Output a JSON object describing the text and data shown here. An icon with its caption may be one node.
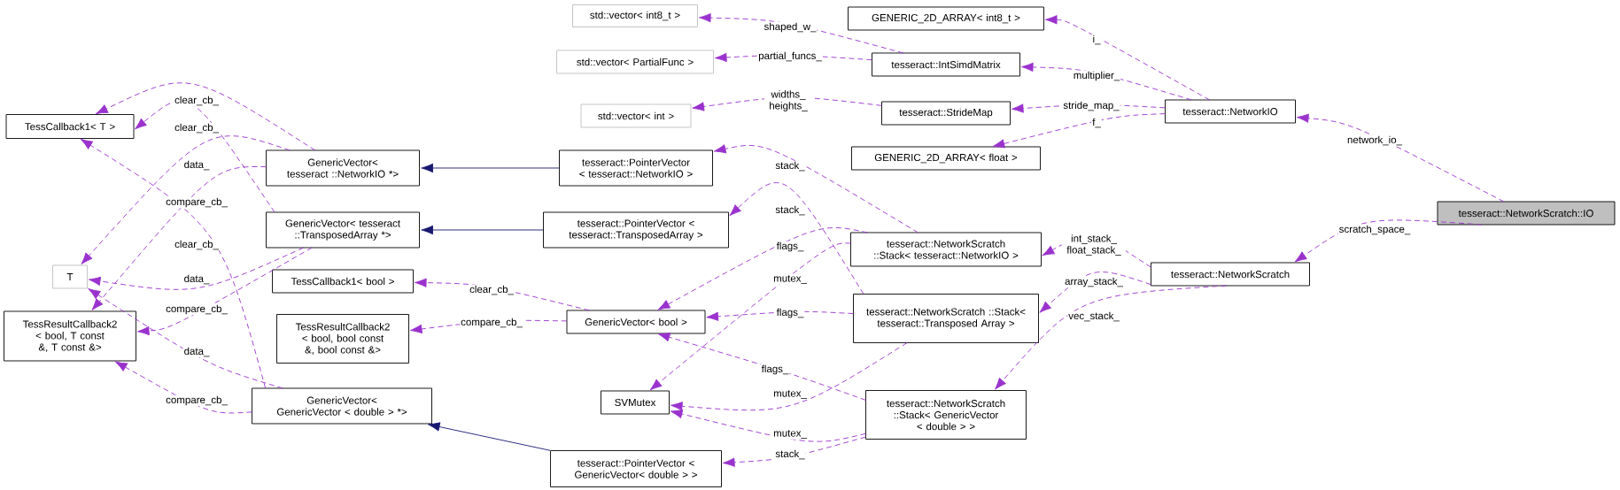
{
  "diagram": {
    "nodes": [
      {
        "text": [
          "TessCallback1< T >"
        ]
      },
      {
        "text": [
          "T"
        ]
      },
      {
        "text": [
          "TessResultCallback2 < bool, T const &, T const &>"
        ]
      },
      {
        "text": [
          "GenericVector< tesseract ::NetworkIO *>"
        ]
      },
      {
        "text": [
          "GenericVector< tesseract ::TransposedArray *>"
        ]
      },
      {
        "text": [
          "TessCallback1< bool >"
        ]
      },
      {
        "text": [
          "TessResultCallback2 < bool, bool const &, bool const &>"
        ]
      },
      {
        "text": [
          "GenericVector< GenericVector < double > *>"
        ]
      },
      {
        "text": [
          "std::vector< int8_t >"
        ]
      },
      {
        "text": [
          "std::vector< PartialFunc >"
        ]
      },
      {
        "text": [
          "std::vector< int >"
        ]
      },
      {
        "text": [
          "tesseract::PointerVector < tesseract::NetworkIO >"
        ]
      },
      {
        "text": [
          "tesseract::PointerVector < tesseract::TransposedArray >"
        ]
      },
      {
        "text": [
          "GenericVector< bool >"
        ]
      },
      {
        "text": [
          "SVMutex"
        ]
      },
      {
        "text": [
          "tesseract::PointerVector < GenericVector< double > >"
        ]
      },
      {
        "text": [
          "GENERIC_2D_ARRAY< int8_t >"
        ]
      },
      {
        "text": [
          "tesseract::IntSimdMatrix"
        ]
      },
      {
        "text": [
          "tesseract::StrideMap"
        ]
      },
      {
        "text": [
          "GENERIC_2D_ARRAY< float >"
        ]
      },
      {
        "text": [
          "tesseract::NetworkScratch ::Stack< tesseract::NetworkIO >"
        ]
      },
      {
        "text": [
          "tesseract::NetworkScratch ::Stack< tesseract::Transposed Array >"
        ]
      },
      {
        "text": [
          "tesseract::NetworkScratch ::Stack< GenericVector < double > >"
        ]
      },
      {
        "text": [
          "tesseract::NetworkIO"
        ]
      },
      {
        "text": [
          "tesseract::NetworkScratch"
        ]
      },
      {
        "text": [
          "tesseract::NetworkScratch::IO"
        ]
      }
    ],
    "edges": [
      {
        "from": 11,
        "to": 3,
        "arrow": "to",
        "color": "#191970"
      },
      {
        "from": 12,
        "to": 4,
        "arrow": "to",
        "color": "#191970"
      },
      {
        "from": 15,
        "to": 7,
        "arrow": "to",
        "color": "#191970"
      },
      {
        "from": 3,
        "to": 0,
        "arrow": "to",
        "label": "clear_cb_",
        "style": "dashed"
      },
      {
        "from": 4,
        "to": 0,
        "arrow": "to",
        "label": "clear_cb_",
        "style": "dashed"
      },
      {
        "from": 7,
        "to": 0,
        "arrow": "to",
        "label": "clear_cb_",
        "style": "dashed"
      },
      {
        "from": 3,
        "to": 1,
        "arrow": "to",
        "label": "data_",
        "style": "dashed"
      },
      {
        "from": 4,
        "to": 1,
        "arrow": "to",
        "label": "data_",
        "style": "dashed"
      },
      {
        "from": 7,
        "to": 1,
        "arrow": "to",
        "label": "data_",
        "style": "dashed"
      },
      {
        "from": 3,
        "to": 2,
        "arrow": "to",
        "label": "compare_cb_",
        "style": "dashed"
      },
      {
        "from": 4,
        "to": 2,
        "arrow": "to",
        "label": "compare_cb_",
        "style": "dashed"
      },
      {
        "from": 7,
        "to": 2,
        "arrow": "to",
        "label": "compare_cb_",
        "style": "dashed"
      },
      {
        "from": 13,
        "to": 5,
        "arrow": "to",
        "label": "clear_cb_",
        "style": "dashed"
      },
      {
        "from": 13,
        "to": 6,
        "arrow": "to",
        "label": "compare_cb_",
        "style": "dashed"
      },
      {
        "from": 17,
        "to": 8,
        "arrow": "to",
        "label": "shaped_w_",
        "style": "dashed"
      },
      {
        "from": 17,
        "to": 9,
        "arrow": "to",
        "label": "partial_funcs_",
        "style": "dashed"
      },
      {
        "from": 18,
        "to": 10,
        "arrow": "to",
        "label": "widths_ heights_",
        "style": "dashed"
      },
      {
        "from": 20,
        "to": 11,
        "arrow": "to",
        "label": "stack_",
        "style": "dashed"
      },
      {
        "from": 21,
        "to": 12,
        "arrow": "to",
        "label": "stack_",
        "style": "dashed"
      },
      {
        "from": 20,
        "to": 13,
        "arrow": "to",
        "label": "flags_",
        "style": "dashed"
      },
      {
        "from": 20,
        "to": 14,
        "arrow": "to",
        "label": "mutex_",
        "style": "dashed"
      },
      {
        "from": 21,
        "to": 13,
        "arrow": "to",
        "label": "flags_",
        "style": "dashed"
      },
      {
        "from": 22,
        "to": 13,
        "arrow": "to",
        "label": "flags_",
        "style": "dashed"
      },
      {
        "from": 21,
        "to": 14,
        "arrow": "to",
        "label": "mutex_",
        "style": "dashed"
      },
      {
        "from": 22,
        "to": 14,
        "arrow": "to",
        "label": "mutex_",
        "style": "dashed"
      },
      {
        "from": 22,
        "to": 15,
        "arrow": "to",
        "label": "stack_",
        "style": "dashed"
      },
      {
        "from": 23,
        "to": 16,
        "arrow": "to",
        "label": "i_",
        "style": "dashed"
      },
      {
        "from": 23,
        "to": 17,
        "arrow": "to",
        "label": "multiplier_",
        "style": "dashed"
      },
      {
        "from": 23,
        "to": 18,
        "arrow": "to",
        "label": "stride_map_",
        "style": "dashed"
      },
      {
        "from": 23,
        "to": 19,
        "arrow": "to",
        "label": "f_",
        "style": "dashed"
      },
      {
        "from": 24,
        "to": 20,
        "arrow": "to",
        "label": "int_stack_ float_stack_",
        "style": "dashed"
      },
      {
        "from": 24,
        "to": 21,
        "arrow": "to",
        "label": "array_stack_",
        "style": "dashed"
      },
      {
        "from": 24,
        "to": 22,
        "arrow": "to",
        "label": "vec_stack_",
        "style": "dashed"
      },
      {
        "from": 25,
        "to": 23,
        "arrow": "to",
        "label": "network_io_",
        "style": "dashed"
      },
      {
        "from": 25,
        "to": 24,
        "arrow": "to",
        "label": "scratch_space_",
        "style": "dashed"
      }
    ]
  }
}
